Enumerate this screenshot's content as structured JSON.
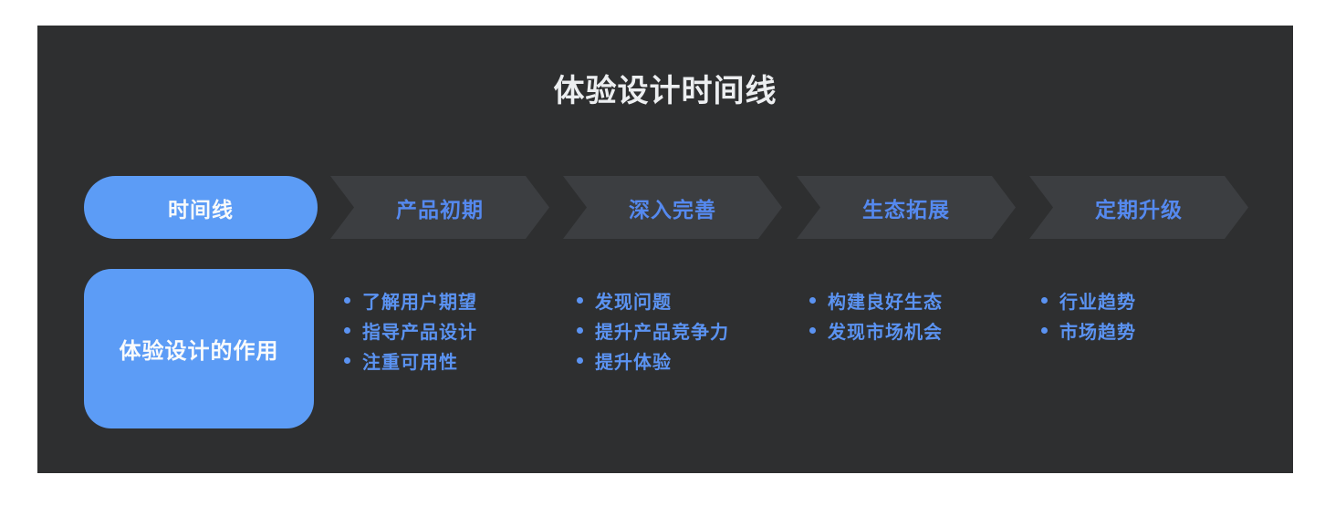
{
  "title": "体验设计时间线",
  "timeline": {
    "label": "时间线",
    "stages": [
      {
        "label": "产品初期",
        "points": [
          "了解用户期望",
          "指导产品设计",
          "注重可用性"
        ]
      },
      {
        "label": "深入完善",
        "points": [
          "发现问题",
          "提升产品竞争力",
          "提升体验"
        ]
      },
      {
        "label": "生态拓展",
        "points": [
          "构建良好生态",
          "发现市场机会"
        ]
      },
      {
        "label": "定期升级",
        "points": [
          "行业趋势",
          "市场趋势"
        ]
      }
    ]
  },
  "role_box": {
    "label": "体验设计的作用"
  },
  "colors": {
    "page_background": "#ffffff",
    "card_background": "#2e2f30",
    "chevron_background": "#3c3e41",
    "accent_blue": "#5c9cf6",
    "blue_text": "#5b93f2",
    "title_text": "#eceef0"
  }
}
